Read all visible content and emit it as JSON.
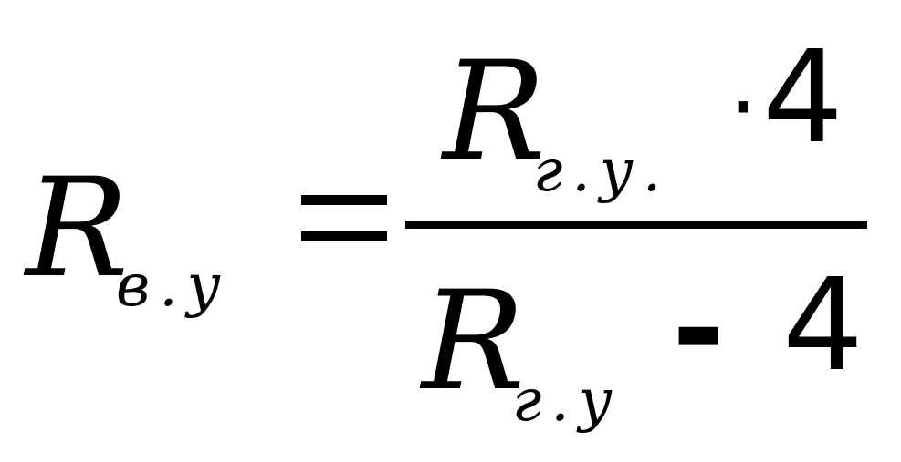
{
  "formula": {
    "lhs": {
      "symbol": "R",
      "subscript": "в.у"
    },
    "equals": "=",
    "numerator": {
      "symbol": "R",
      "subscript": "г.у.",
      "operator": "·",
      "number": "4"
    },
    "denominator": {
      "symbol": "R",
      "subscript": "г.у",
      "operator": "-",
      "number": "4"
    }
  }
}
